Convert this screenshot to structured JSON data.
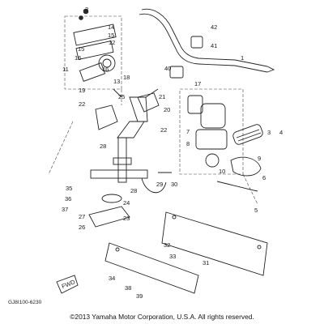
{
  "diagram": {
    "part_numbers": [
      "1",
      "2",
      "3",
      "4",
      "5",
      "6",
      "7",
      "8",
      "9",
      "10",
      "11",
      "12",
      "13",
      "14",
      "15",
      "15",
      "16",
      "16",
      "17",
      "18",
      "19",
      "20",
      "21",
      "22",
      "22",
      "23",
      "24",
      "25",
      "26",
      "27",
      "28",
      "28",
      "29",
      "30",
      "31",
      "32",
      "33",
      "34",
      "35",
      "36",
      "37",
      "38",
      "39",
      "40",
      "41",
      "42"
    ],
    "fwd_label": "FWD",
    "drawing_code": "GJ8I100-6230",
    "copyright": "©2013 Yamaha Motor Corporation, U.S.A. All rights reserved."
  }
}
